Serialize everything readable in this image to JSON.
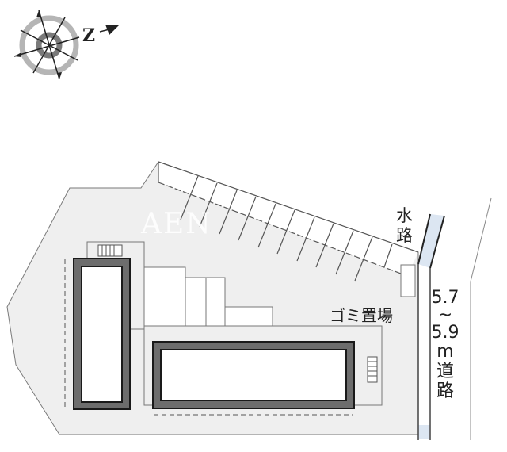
{
  "map": {
    "type": "site-plan",
    "compass": {
      "north_label": "N",
      "icon": "compass-rose-icon"
    },
    "watermark": "AEN",
    "labels": {
      "waterway": [
        "水",
        "路"
      ],
      "garbage": "ゴミ置場",
      "road_width": [
        "5.7",
        "~",
        "5.9",
        "m",
        "道",
        "路"
      ]
    },
    "colors": {
      "lot": "#efefef",
      "building_wall": "#6d6d6d",
      "building_outline": "#1a1a1a",
      "outline": "#7a7a7a",
      "waterway": "#dce6f2"
    }
  }
}
